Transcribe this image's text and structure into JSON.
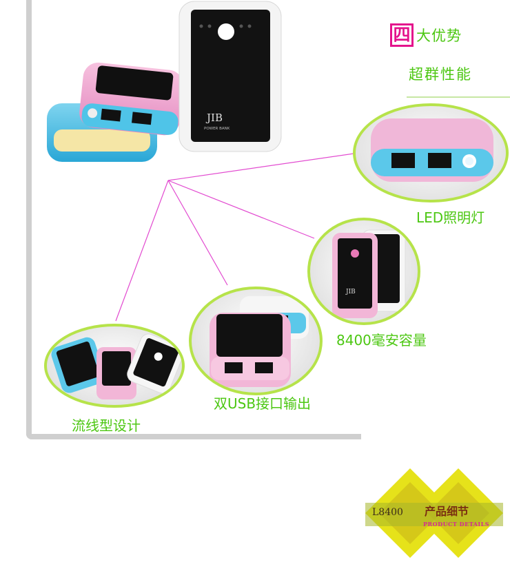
{
  "headline": {
    "box_char": "四",
    "line1": "大优势",
    "line2": "超群性能"
  },
  "features": {
    "led": "LED照明灯",
    "capacity": "8400毫安容量",
    "usb": "双USB接口输出",
    "design": "流线型设计"
  },
  "product": {
    "brand": "JIB",
    "label": "POWER BANK"
  },
  "badge": {
    "code": "L8400",
    "title": "产品细节",
    "subtitle": "PRODUCT DETAILS"
  },
  "colors": {
    "accent_green": "#4cc712",
    "accent_pink": "#e4138c",
    "badge_yellow": "#e8e41c"
  }
}
